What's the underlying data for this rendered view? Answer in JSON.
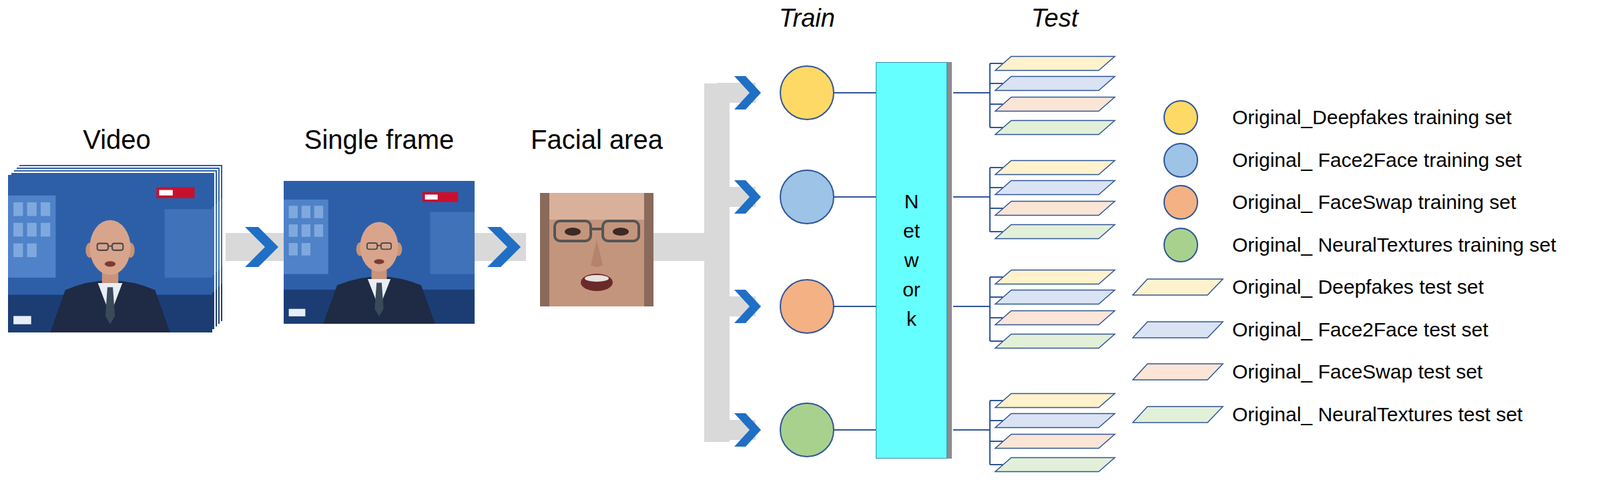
{
  "diagram": {
    "nodes": [
      {
        "text": [
          "Video"
        ]
      },
      {
        "text": [
          "Single frame"
        ]
      },
      {
        "text": [
          "Facial area"
        ]
      },
      {
        "text": [
          "Network"
        ]
      }
    ],
    "edges": [
      {
        "from": 0,
        "to": 1,
        "arrow": "to"
      },
      {
        "from": 1,
        "to": 2,
        "arrow": "to"
      }
    ],
    "labels": [
      "Train",
      "Test"
    ],
    "legend": [
      {
        "text": "Original_Deepfakes training set",
        "color": "#ffd966"
      },
      {
        "text": "Original_ Face2Face training set",
        "color": "#9dc3e6"
      },
      {
        "text": "Original_ FaceSwap training set",
        "color": "#f4b183"
      },
      {
        "text": "Original_ NeuralTextures training set",
        "color": "#a9d18e"
      },
      {
        "text": "Original_ Deepfakes test set",
        "color": "#fff2cc"
      },
      {
        "text": "Original_ Face2Face test set",
        "color": "#dae3f3"
      },
      {
        "text": "Original_ FaceSwap test set",
        "color": "#fbe5d6"
      },
      {
        "text": "Original_ NeuralTextures test set",
        "color": "#e2f0d9"
      }
    ]
  }
}
